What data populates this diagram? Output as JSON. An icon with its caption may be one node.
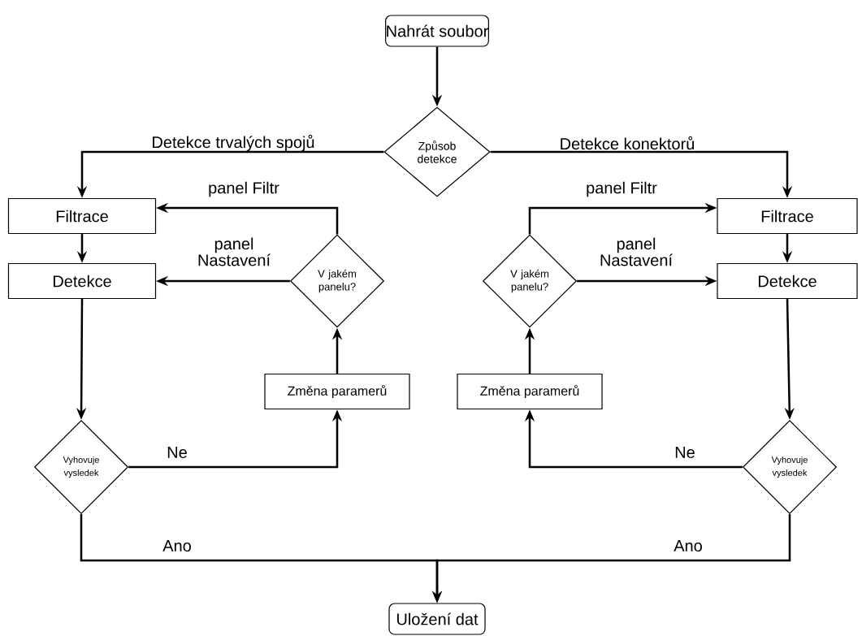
{
  "diagram": {
    "nodes": [
      {
        "text": [
          "Nahrát soubor"
        ]
      },
      {
        "text": [
          "Způsob detekce"
        ]
      },
      {
        "text": [
          "Filtrace"
        ]
      },
      {
        "text": [
          "Detekce"
        ]
      },
      {
        "text": [
          "V jakém panelu?"
        ]
      },
      {
        "text": [
          "Změna paramerů"
        ]
      },
      {
        "text": [
          "Vyhovuje vysledek"
        ]
      },
      {
        "text": [
          "Filtrace"
        ]
      },
      {
        "text": [
          "Detekce"
        ]
      },
      {
        "text": [
          "V jakém panelu?"
        ]
      },
      {
        "text": [
          "Změna paramerů"
        ]
      },
      {
        "text": [
          "Vyhovuje vysledek"
        ]
      },
      {
        "text": [
          "Uložení dat"
        ]
      }
    ],
    "edges": [
      {
        "from": 0,
        "to": 1,
        "arrow": "to"
      },
      {
        "from": 1,
        "to": 2,
        "arrow": "to",
        "label": "Detekce trvalých spojů"
      },
      {
        "from": 1,
        "to": 7,
        "arrow": "to",
        "label": "Detekce konektorů"
      },
      {
        "from": 2,
        "to": 3,
        "arrow": "to"
      },
      {
        "from": 4,
        "to": 2,
        "arrow": "to",
        "label": "panel Filtr"
      },
      {
        "from": 4,
        "to": 3,
        "arrow": "to",
        "label": "panel Nastavení"
      },
      {
        "from": 3,
        "to": 6,
        "arrow": "to"
      },
      {
        "from": 6,
        "to": 5,
        "arrow": "to",
        "label": "Ne"
      },
      {
        "from": 5,
        "to": 4,
        "arrow": "to"
      },
      {
        "from": 7,
        "to": 8,
        "arrow": "to"
      },
      {
        "from": 9,
        "to": 7,
        "arrow": "to",
        "label": "panel Filtr"
      },
      {
        "from": 9,
        "to": 8,
        "arrow": "to",
        "label": "panel Nastavení"
      },
      {
        "from": 8,
        "to": 11,
        "arrow": "to"
      },
      {
        "from": 11,
        "to": 10,
        "arrow": "to",
        "label": "Ne"
      },
      {
        "from": 10,
        "to": 9,
        "arrow": "to"
      },
      {
        "from": 6,
        "to": 12,
        "arrow": "to",
        "label": "Ano"
      },
      {
        "from": 11,
        "to": 12,
        "arrow": "to",
        "label": "Ano"
      }
    ]
  }
}
